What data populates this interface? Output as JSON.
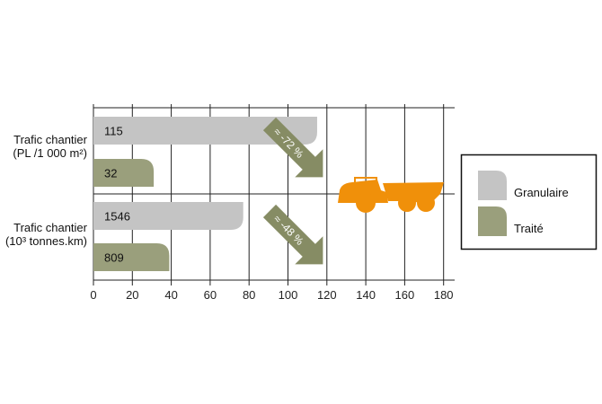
{
  "chart_data": {
    "type": "bar",
    "orientation": "horizontal",
    "title": "",
    "xlim": [
      0,
      185
    ],
    "xticks": [
      0,
      20,
      40,
      60,
      80,
      100,
      120,
      140,
      160,
      180
    ],
    "categories": [
      "Trafic chantier\n(PL /1 000 m²)",
      "Trafic chantier\n(10³ tonnes.km)"
    ],
    "category_lines": [
      [
        "Trafic chantier",
        "(PL /1 000 m²)"
      ],
      [
        "Trafic chantier",
        "(10³ tonnes.km)"
      ]
    ],
    "series": [
      {
        "name": "Granulaire",
        "color": "#c4c4c4",
        "values": [
          115,
          77
        ],
        "labels": [
          "115",
          "1546"
        ]
      },
      {
        "name": "Traité",
        "color": "#9a9f7c",
        "values": [
          31,
          39
        ],
        "labels": [
          "32",
          "809"
        ]
      }
    ],
    "annotations": [
      "≈ -72 %",
      "≈ -48 %"
    ],
    "arrow_color": "#868c64",
    "truck_color": "#f0900a",
    "grid": true,
    "legend": {
      "placement": "right",
      "entries": [
        "Granulaire",
        "Traité"
      ]
    }
  }
}
